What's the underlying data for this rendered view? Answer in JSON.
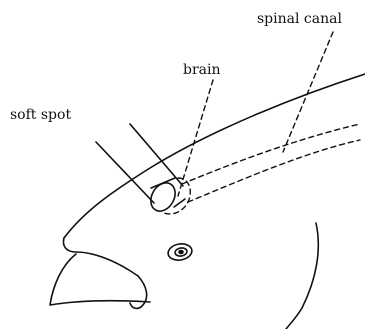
{
  "diagram": {
    "labels": {
      "spinal_canal": "spinal canal",
      "brain": "brain",
      "soft_spot": "soft spot"
    },
    "colors": {
      "ink": "#111111",
      "background": "#ffffff"
    }
  }
}
